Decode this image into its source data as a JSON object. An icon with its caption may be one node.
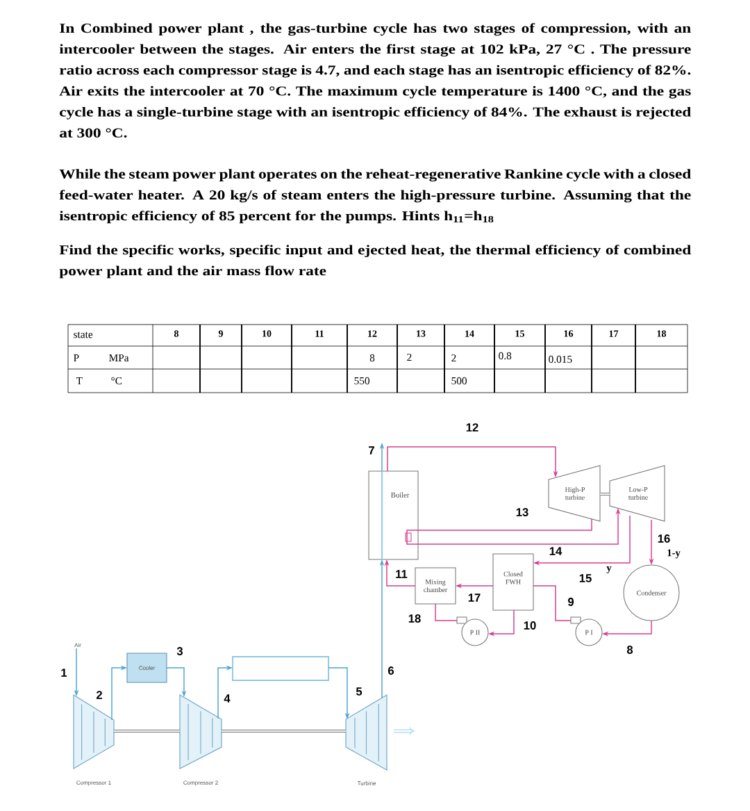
{
  "diagram": {
    "nodes": [
      {
        "text": [
          "Boiler"
        ]
      },
      {
        "text": [
          "High-P turbine"
        ]
      },
      {
        "text": [
          "Low-P turbine"
        ]
      },
      {
        "text": [
          "Closed FWH"
        ]
      },
      {
        "text": [
          "Mixing chamber"
        ]
      },
      {
        "text": [
          "Condenser"
        ]
      },
      {
        "text": [
          "P II"
        ]
      },
      {
        "text": [
          "P I"
        ]
      },
      {
        "text": [
          "Compressor 1"
        ]
      },
      {
        "text": [
          "Cooler"
        ]
      },
      {
        "text": [
          "Compressor 2"
        ]
      },
      {
        "text": [],
        "shape": "box"
      },
      {
        "text": [
          "Turbine"
        ]
      },
      {
        "text": [
          "Air"
        ]
      }
    ],
    "edges": [
      {
        "from": 0,
        "to": 1,
        "arrow": "to",
        "label": "12"
      },
      {
        "from": 1,
        "to": 0,
        "arrow": "none",
        "label": "13"
      },
      {
        "from": 0,
        "to": 2,
        "arrow": "to",
        "label": "14"
      },
      {
        "from": 2,
        "to": 3,
        "arrow": "to",
        "label": "15"
      },
      {
        "from": 2,
        "to": 5,
        "arrow": "to",
        "label": "16"
      },
      {
        "from": 5,
        "to": 7,
        "arrow": "to",
        "label": "8"
      },
      {
        "from": 7,
        "to": 3,
        "arrow": "none",
        "label": "9"
      },
      {
        "from": 3,
        "to": 4,
        "arrow": "to",
        "label": "17"
      },
      {
        "from": 3,
        "to": 6,
        "arrow": "to",
        "label": "10"
      },
      {
        "from": 6,
        "to": 4,
        "arrow": "none",
        "label": "18"
      },
      {
        "from": 4,
        "to": 0,
        "arrow": "to",
        "label": "11"
      },
      {
        "from": 13,
        "to": 8,
        "arrow": "to",
        "label": "1",
        "color": "#4aa6cc"
      },
      {
        "from": 8,
        "to": 9,
        "arrow": "to",
        "label": "2",
        "color": "#4aa6cc"
      },
      {
        "from": 9,
        "to": 10,
        "arrow": "to",
        "label": "3",
        "color": "#4aa6cc"
      },
      {
        "from": 10,
        "to": 11,
        "arrow": "to",
        "label": "4",
        "color": "#4aa6cc"
      },
      {
        "from": 11,
        "to": 12,
        "arrow": "to",
        "label": "5",
        "color": "#4aa6cc"
      },
      {
        "from": 12,
        "to": 0,
        "arrow": "to",
        "label": "6",
        "color": "#4aa6cc"
      },
      {
        "from": 0,
        "to": null,
        "arrow": "to",
        "label": "7",
        "color": "#4aa6cc"
      },
      {
        "from": 1,
        "to": 2,
        "arrow": "none",
        "color": "#707070",
        "style": "thick"
      },
      {
        "from": 8,
        "to": 10,
        "arrow": "none",
        "color": "#707070",
        "style": "thick"
      },
      {
        "from": 10,
        "to": 12,
        "arrow": "none",
        "color": "#707070",
        "style": "thick"
      }
    ],
    "labels": [
      "In Combined power plant , the gas-turbine cycle has two stages of compression, with an intercooler between the stages. Air enters the first stage at 102 kPa, 27 °C . The pressure ratio across each compressor stage is 4.7, and each stage has an isentropic efficiency of 82%. Air exits the intercooler at 70 °C. The maximum cycle temperature is 1400 °C, and the gas cycle has a single-turbine stage with an isentropic efficiency of 84%. The exhaust is rejected at 300 °C.",
      "While the steam power plant operates on the reheat-regenerative Rankine cycle with a closed feed-water heater. A 20 kg/s of steam enters the high-pressure turbine. Assuming that the isentropic efficiency of 85 percent for the pumps. Hints h$_{11}$=h$_{18}$",
      "Find the specific works, specific input and ejected heat, the thermal efficiency of combined power plant and the air mass flow rate",
      "state",
      "8",
      "9",
      "10",
      "11",
      "12",
      "13",
      "14",
      "15",
      "16",
      "17",
      "18",
      "P",
      "MPa",
      "8",
      "2",
      "2",
      "0.8",
      "0.015",
      "T",
      "°C",
      "550",
      "500",
      "y",
      "1-y"
    ]
  }
}
